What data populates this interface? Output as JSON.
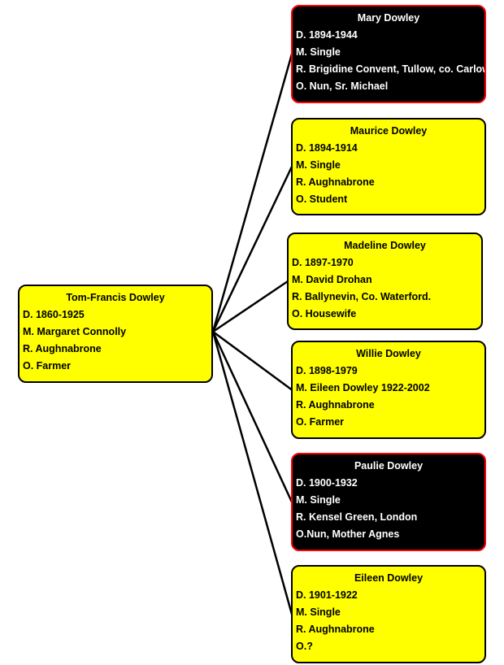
{
  "colors": {
    "box_fill": "#ffff00",
    "box_dark_fill": "#000000",
    "box_border": "#000000",
    "box_dark_border": "#ff0000",
    "connector": "#000000"
  },
  "root": {
    "name": "Tom-Francis Dowley",
    "lines": [
      "D. 1860-1925",
      "M. Margaret Connolly",
      "R. Aughnabrone",
      "O. Farmer"
    ],
    "style": "light"
  },
  "children": [
    {
      "name": "Mary Dowley",
      "lines": [
        "D.  1894-1944",
        "M. Single",
        "R. Brigidine Convent, Tullow, co. Carlow",
        "O. Nun, Sr. Michael"
      ],
      "style": "dark"
    },
    {
      "name": "Maurice Dowley",
      "lines": [
        "D. 1894-1914",
        "M. Single",
        "R. Aughnabrone",
        "O. Student"
      ],
      "style": "light"
    },
    {
      "name": "Madeline Dowley",
      "lines": [
        "D. 1897-1970",
        "M. David Drohan",
        "R. Ballynevin, Co. Waterford.",
        "O. Housewife"
      ],
      "style": "light"
    },
    {
      "name": "Willie Dowley",
      "lines": [
        "D. 1898-1979",
        "M. Eileen Dowley 1922-2002",
        "R. Aughnabrone",
        "O. Farmer"
      ],
      "style": "light"
    },
    {
      "name": "Paulie Dowley",
      "lines": [
        "D.  1900-1932",
        "M. Single",
        "R. Kensel Green, London",
        "O.Nun, Mother Agnes"
      ],
      "style": "dark"
    },
    {
      "name": "Eileen Dowley",
      "lines": [
        "D. 1901-1922",
        "M. Single",
        "R. Aughnabrone",
        "O.?"
      ],
      "style": "light"
    }
  ]
}
